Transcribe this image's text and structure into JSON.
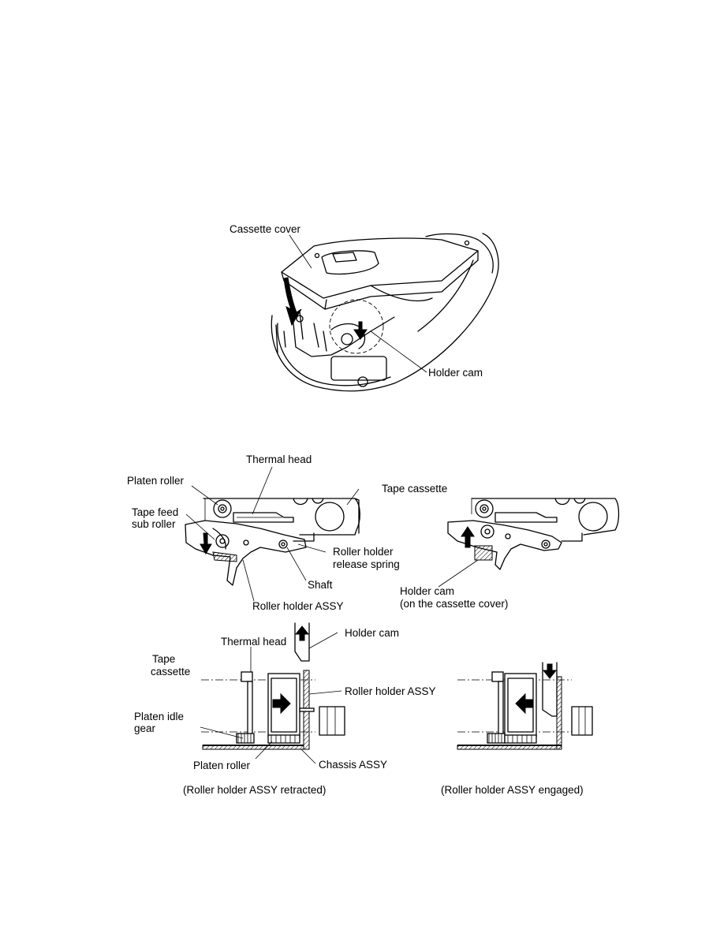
{
  "figure_top": {
    "labels": {
      "cassette_cover": "Cassette cover",
      "holder_cam": "Holder cam"
    }
  },
  "figure_middle": {
    "labels": {
      "thermal_head": "Thermal head",
      "platen_roller": "Platen roller",
      "tape_cassette": "Tape cassette",
      "tape_feed_sub_roller_1": "Tape feed",
      "tape_feed_sub_roller_2": "sub roller",
      "roller_holder_release_spring_1": "Roller holder",
      "roller_holder_release_spring_2": "release spring",
      "shaft": "Shaft",
      "roller_holder_assy": "Roller holder ASSY",
      "holder_cam_1": "Holder cam",
      "holder_cam_2": "(on the cassette cover)"
    }
  },
  "figure_bottom": {
    "labels": {
      "thermal_head": "Thermal head",
      "holder_cam": "Holder cam",
      "tape_cassette_1": "Tape",
      "tape_cassette_2": "cassette",
      "roller_holder_assy": "Roller holder ASSY",
      "platen_idle_gear_1": "Platen idle",
      "platen_idle_gear_2": "gear",
      "platen_roller": "Platen roller",
      "chassis_assy": "Chassis ASSY"
    },
    "captions": {
      "retracted": "(Roller holder ASSY retracted)",
      "engaged": "(Roller holder ASSY engaged)"
    }
  }
}
